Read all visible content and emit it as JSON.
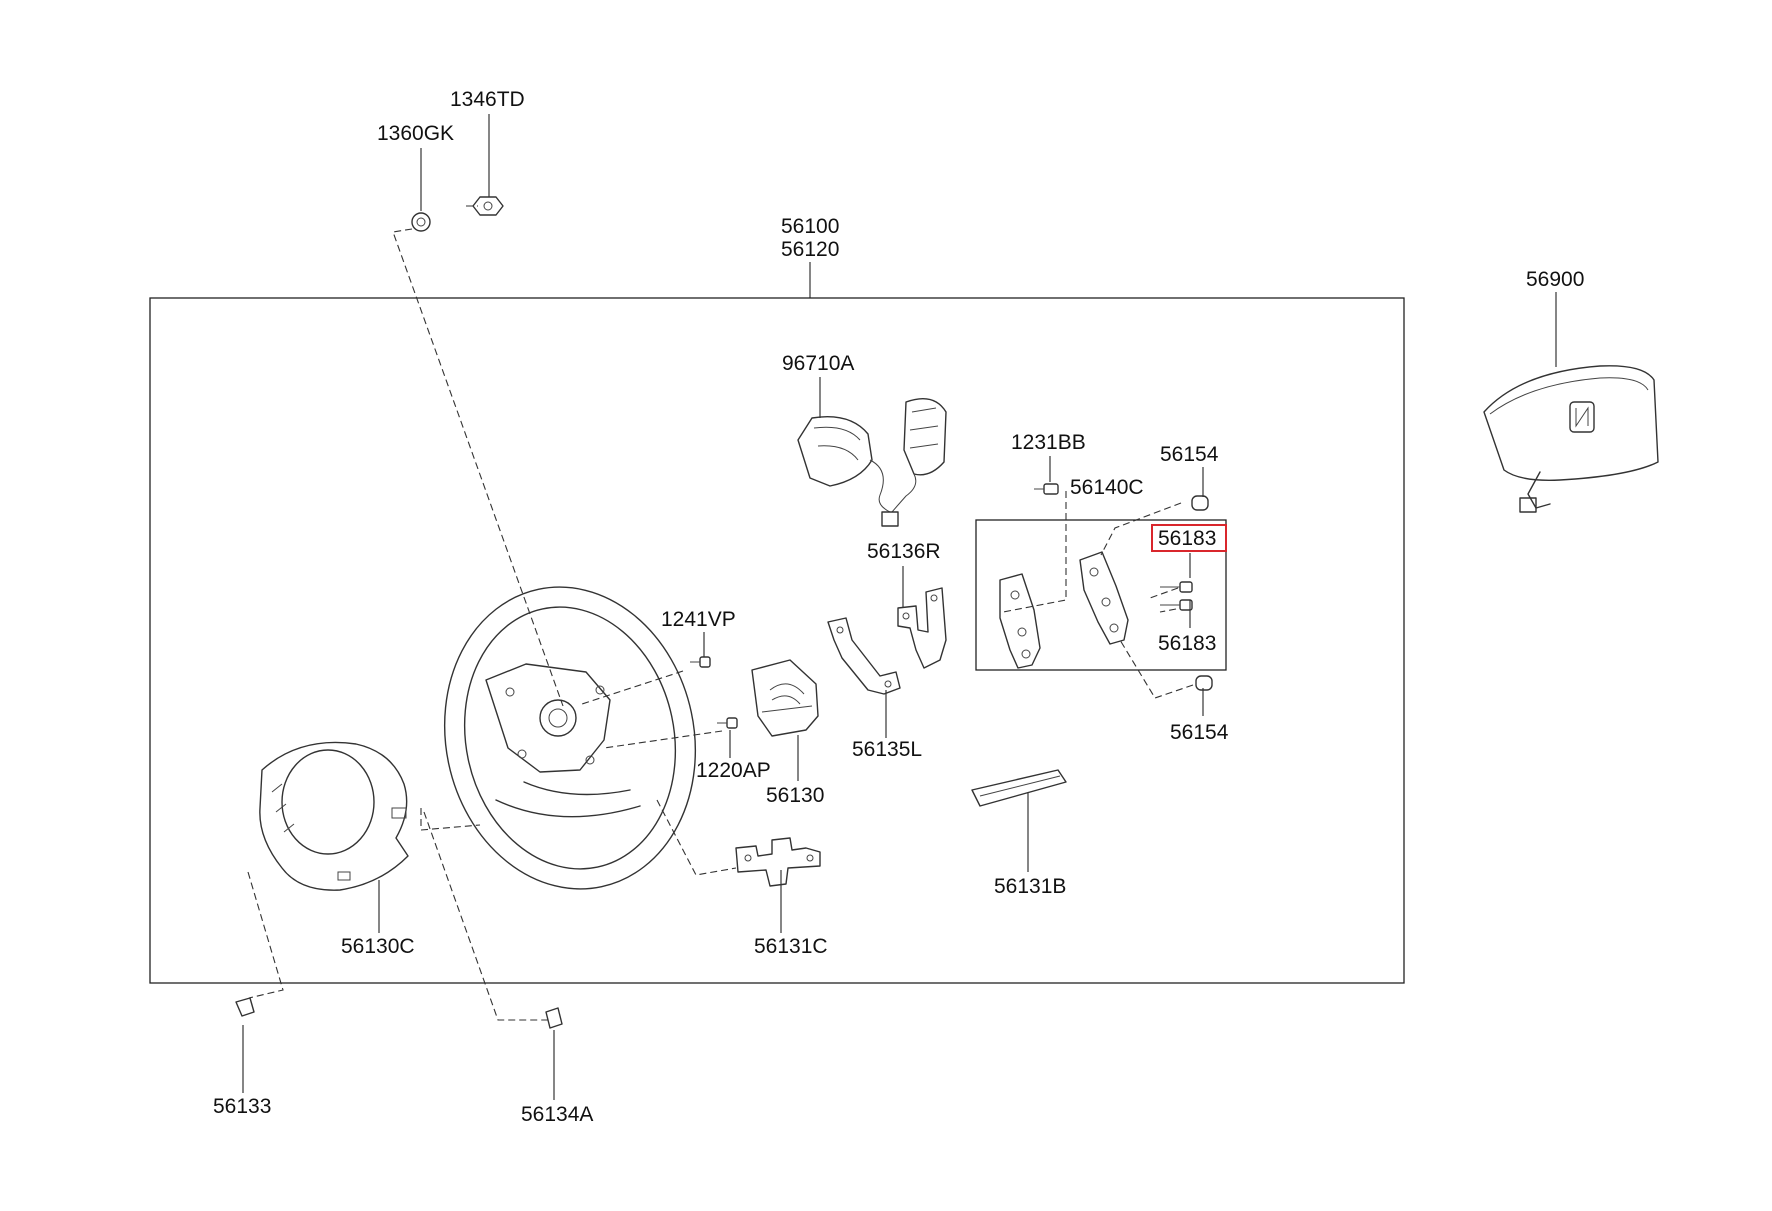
{
  "highlight_color": "#d9262c",
  "labels": {
    "p1346TD": "1346TD",
    "p1360GK": "1360GK",
    "p56100": "56100",
    "p56120": "56120",
    "p56900": "56900",
    "p96710A": "96710A",
    "p1231BB": "1231BB",
    "p56154_top": "56154",
    "p56140C": "56140C",
    "p56183_highlight": "56183",
    "p56183_lower": "56183",
    "p56154_bottom": "56154",
    "p56136R": "56136R",
    "p1241VP": "1241VP",
    "p1220AP": "1220AP",
    "p56130": "56130",
    "p56135L": "56135L",
    "p56131B": "56131B",
    "p56130C": "56130C",
    "p56131C": "56131C",
    "p56133": "56133",
    "p56134A": "56134A"
  },
  "icons": {
    "steering_wheel": "steering-wheel-icon",
    "airbag_module": "airbag-module-icon",
    "remote_control_switch": "remote-control-switch-icon",
    "bracket": "bracket-icon",
    "cover": "cover-icon",
    "nut": "nut-icon",
    "screw": "screw-icon"
  }
}
